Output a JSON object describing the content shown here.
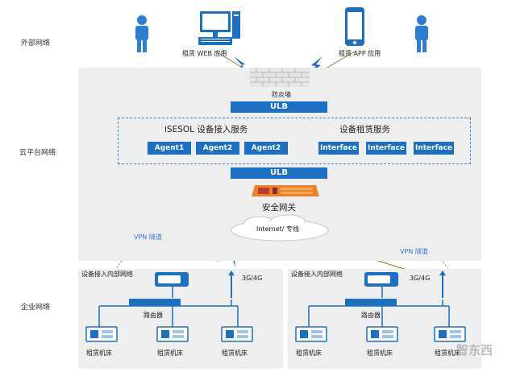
{
  "zones": {
    "external": "外部网络",
    "cloud": "云平台网络",
    "enterprise": "企业网络"
  },
  "clients": {
    "web_app": "租赁 WEB 应用",
    "mobile_app": "租赁 APP 应用"
  },
  "cloud": {
    "firewall": "防炎墙",
    "ulb_top": "ULB",
    "ulb_bottom": "ULB",
    "access_service_title": "iSESOL 设备接入服务",
    "rental_service_title": "设备租赁服务",
    "agents": [
      "Agent1",
      "Agent2",
      "Agent2"
    ],
    "interfaces": [
      "Interface",
      "Interface",
      "Interface"
    ],
    "security_gateway": "安全网关",
    "internet": "Internet/ 专线",
    "vpn_left": "VPN 隧道",
    "vpn_right": "VPN 隧道"
  },
  "enterprise_left": {
    "title": "设备接入内部网络",
    "cellular": "3G/4G",
    "router": "路由器",
    "machines": [
      "租赁机床",
      "租赁机床",
      "租赁机床"
    ]
  },
  "enterprise_right": {
    "title": "设备接入内部网络",
    "cellular": "3G/4G",
    "router": "路由器",
    "machines": [
      "租赁机床",
      "租赁机床",
      "租赁机床"
    ]
  },
  "watermark": "智东西",
  "colors": {
    "accent": "#1b6fc4",
    "zone_bg": "#eeeeee",
    "lightning": "#2c66b8"
  }
}
